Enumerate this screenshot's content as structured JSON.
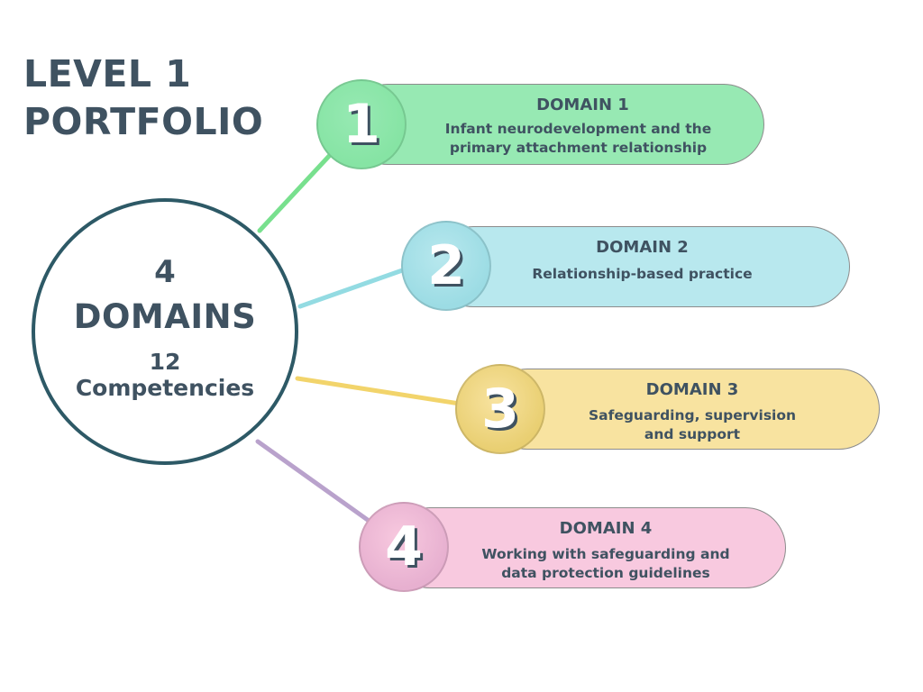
{
  "title": {
    "line1": "LEVEL 1",
    "line2": "PORTFOLIO"
  },
  "hub": {
    "count": "4",
    "domains_label": "DOMAINS",
    "competencies_count": "12",
    "competencies_label": "Competencies",
    "border_color": "#2d5966"
  },
  "domains": [
    {
      "number": "1",
      "heading": "DOMAIN 1",
      "line1": "Infant neurodevelopment and the",
      "line2": "primary attachment relationship",
      "pill_color": "#97e9b3",
      "badge_color": "#86e4a4",
      "connector_color": "#78e08e"
    },
    {
      "number": "2",
      "heading": "DOMAIN 2",
      "line1": "Relationship-based practice",
      "line2": "",
      "pill_color": "#b8e8ee",
      "badge_color": "#9cdce4",
      "connector_color": "#93dbe2"
    },
    {
      "number": "3",
      "heading": "DOMAIN 3",
      "line1": "Safeguarding, supervision",
      "line2": "and support",
      "pill_color": "#f8e3a0",
      "badge_color": "#e9cf72",
      "connector_color": "#f2d46b"
    },
    {
      "number": "4",
      "heading": "DOMAIN 4",
      "line1": "Working with safeguarding and",
      "line2": "data protection guidelines",
      "pill_color": "#f8c9df",
      "badge_color": "#e7b0d0",
      "connector_color": "#b9a2cc"
    }
  ]
}
